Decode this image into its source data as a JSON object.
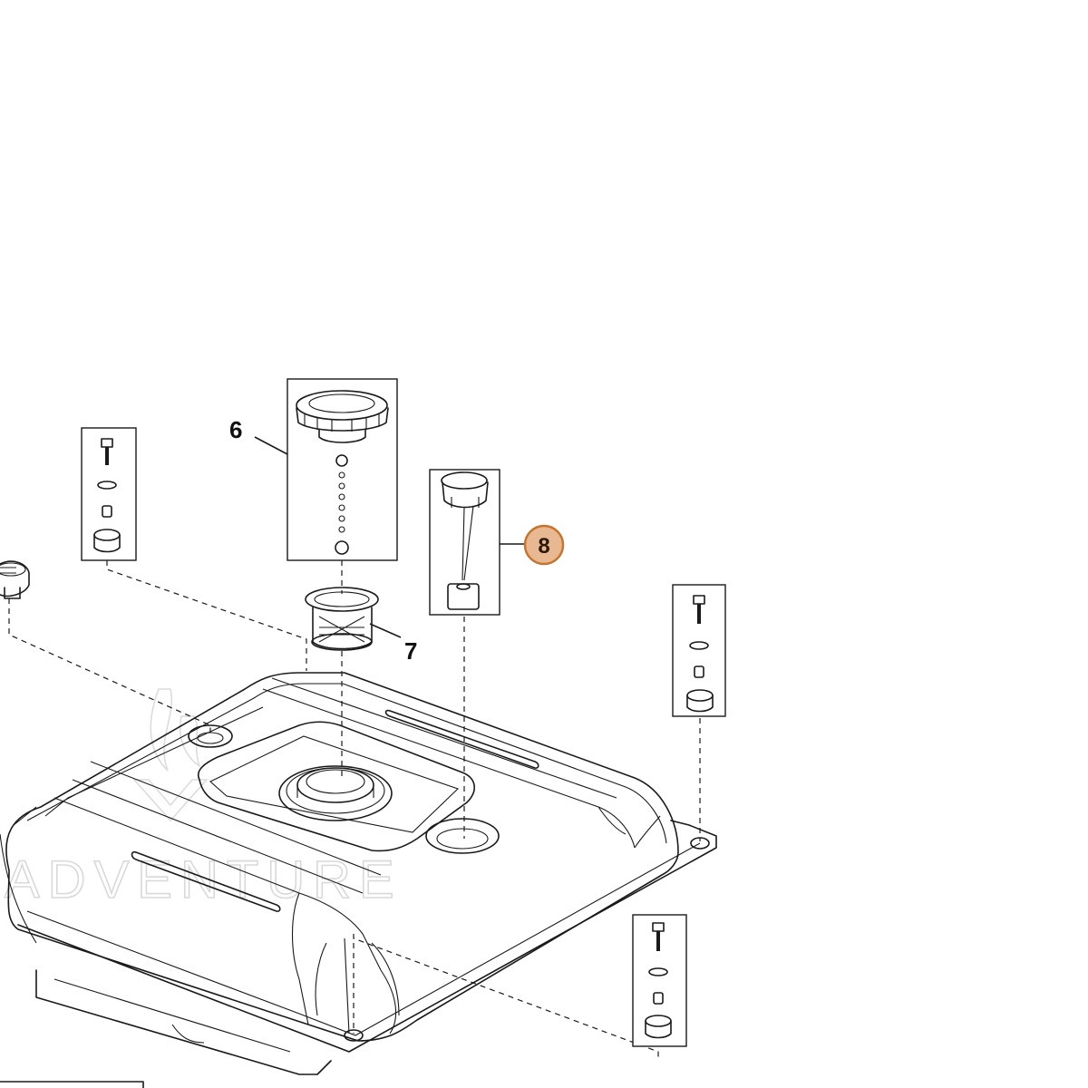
{
  "callouts": [
    {
      "id": "6",
      "label": "6"
    },
    {
      "id": "7",
      "label": "7"
    },
    {
      "id": "8",
      "label": "8",
      "highlighted": true
    }
  ],
  "watermark": {
    "text": "ADVENTURE"
  },
  "colors": {
    "line": "#1a1a1a",
    "background": "#ffffff",
    "highlight_fill": "#e8b892",
    "highlight_stroke": "#c8742e",
    "watermark": "#d9d9d9"
  }
}
